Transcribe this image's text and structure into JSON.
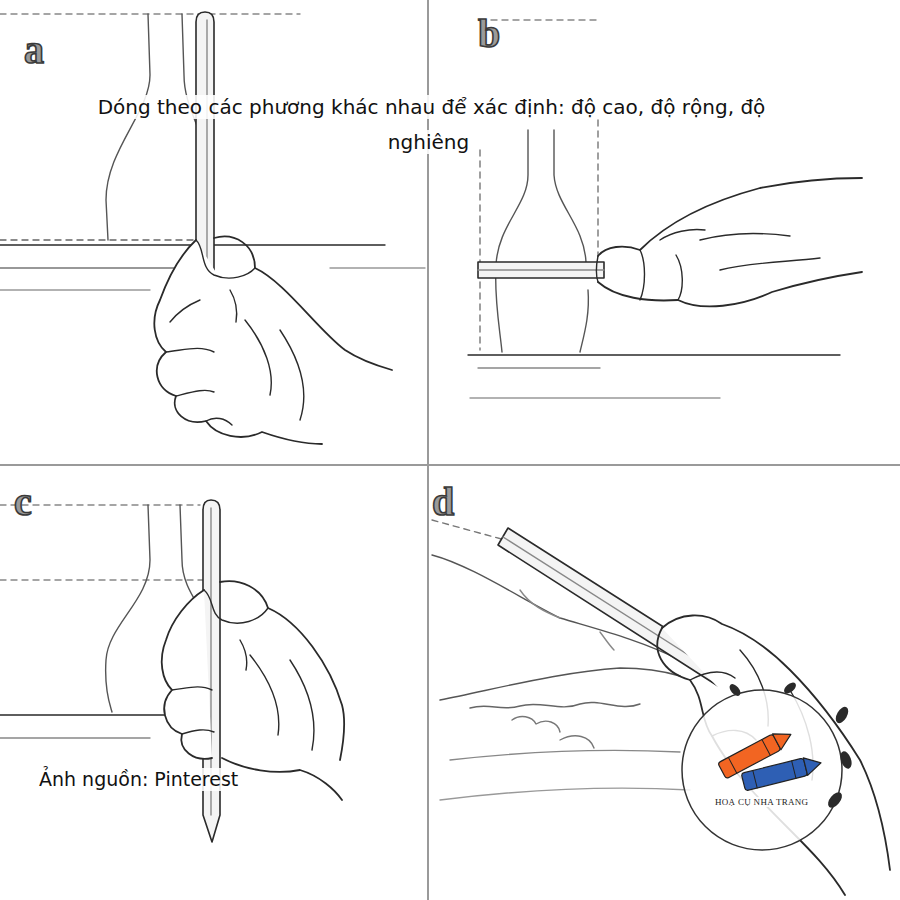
{
  "diagram": {
    "title": "Dóng theo các phương khác nhau để xác định: độ cao, độ rộng, độ nghiêng",
    "caption": "Ảnh nguồn: Pinterest",
    "labels": [
      "a",
      "b",
      "c",
      "d",
      "HOẠ CỤ NHA TRANG"
    ]
  }
}
